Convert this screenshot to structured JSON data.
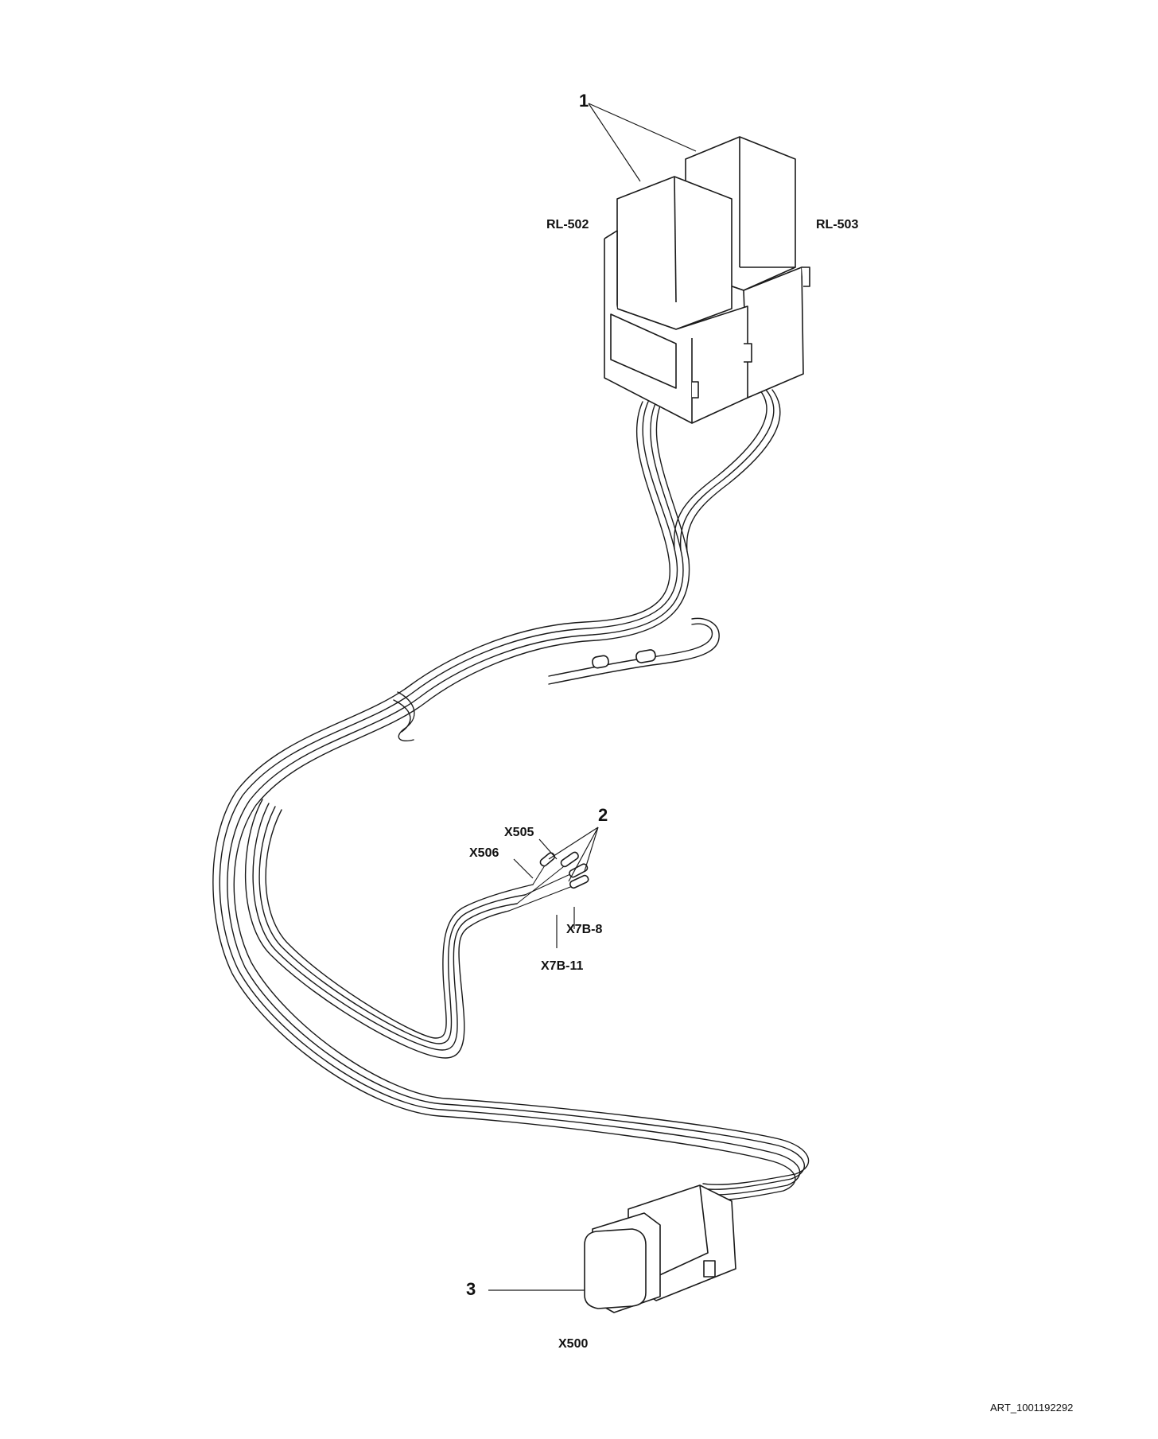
{
  "callouts": {
    "relays": "1",
    "terminals": "2",
    "connector": "3"
  },
  "labels": {
    "rl502": "RL-502",
    "rl503": "RL-503",
    "x505": "X505",
    "x506": "X506",
    "x7b8": "X7B-8",
    "x7b11": "X7B-11",
    "x500": "X500"
  },
  "art_id": "ART_1001192292"
}
